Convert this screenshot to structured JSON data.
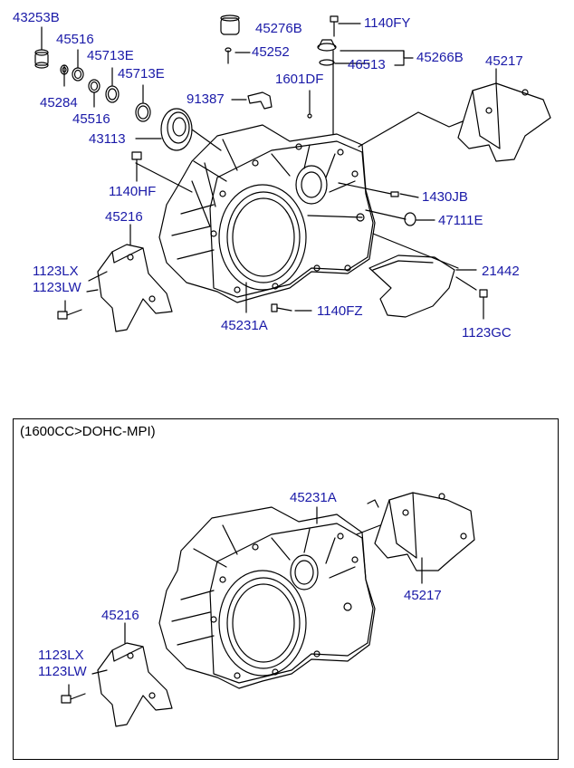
{
  "top": {
    "labels": {
      "l43253B": "43253B",
      "l45516a": "45516",
      "l45713Ea": "45713E",
      "l45713Eb": "45713E",
      "l45284": "45284",
      "l45516b": "45516",
      "l43113": "43113",
      "l45276B": "45276B",
      "l45252": "45252",
      "l1140FY": "1140FY",
      "l46513": "46513",
      "l45266B": "45266B",
      "l45217": "45217",
      "l91387": "91387",
      "l1601DF": "1601DF",
      "l1140HF": "1140HF",
      "l1430JB": "1430JB",
      "l47111E": "47111E",
      "l45216": "45216",
      "l1123LX": "1123LX",
      "l1123LW": "1123LW",
      "l21442": "21442",
      "l1140FZ": "1140FZ",
      "l45231A": "45231A",
      "l1123GC": "1123GC"
    }
  },
  "variant": {
    "title": "(1600CC>DOHC-MPI)",
    "labels": {
      "l45231A": "45231A",
      "l45217": "45217",
      "l45216": "45216",
      "l1123LX": "1123LX",
      "l1123LW": "1123LW"
    }
  },
  "colors": {
    "label": "#1a1aa8",
    "line": "#000000"
  }
}
